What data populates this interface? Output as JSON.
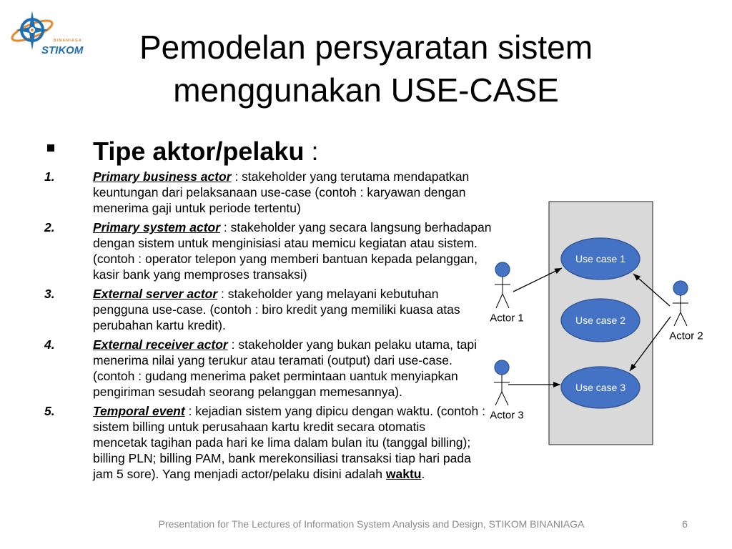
{
  "content": {
    "logo": {
      "name": "STIKOM",
      "subtitle": "BINANIAGA",
      "icon": "stikom-emblem"
    },
    "title_lines": [
      "Pemodelan persyaratan sistem",
      "menggunakan USE-CASE"
    ],
    "heading": {
      "bullet_icon": "square-bullet",
      "text": "Tipe aktor/pelaku",
      "suffix": ":"
    },
    "items": [
      {
        "number": "1.",
        "term": "Primary business actor",
        "first_line": ": stakeholder yang terutama mendapatkan",
        "more_lines": [
          "keuntungan dari pelaksanaan use-case (contoh : karyawan dengan",
          "menerima gaji untuk periode tertentu)"
        ]
      },
      {
        "number": "2.",
        "term": "Primary system actor",
        "first_line": ": stakeholder yang secara langsung berhadapan",
        "more_lines": [
          "dengan sistem untuk menginisiasi atau memicu kegiatan atau sistem.",
          "(contoh : operator telepon yang memberi bantuan kepada pelanggan,",
          "kasir bank yang memproses transaksi)"
        ]
      },
      {
        "number": "3.",
        "term": "External server actor",
        "first_line": ": stakeholder yang melayani kebutuhan",
        "more_lines": [
          "pengguna use-case. (contoh : biro kredit yang memiliki kuasa atas",
          "perubahan kartu kredit)."
        ]
      },
      {
        "number": "4.",
        "term": "External receiver actor",
        "first_line": ": stakeholder yang bukan pelaku utama, tapi",
        "more_lines": [
          "menerima nilai yang terukur atau teramati (output) dari use-case.",
          "(contoh : gudang menerima paket permintaan uantuk menyiapkan",
          "pengiriman sesudah seorang pelanggan memesannya)."
        ]
      },
      {
        "number": "5.",
        "term": "Temporal event",
        "first_line": ": kejadian sistem yang dipicu dengan waktu. (contoh :",
        "more_lines": [
          "sistem billing untuk perusahaan kartu kredit secara otomatis",
          "mencetak tagihan pada hari ke lima dalam bulan itu (tanggal billing);",
          "billing PLN; billing PAM, bank merekonsiliasi transaksi tiap hari pada"
        ],
        "final_line": {
          "before": "jam 5 sore). Yang menjadi actor/pelaku disini adalah",
          "emphasis": "waktu",
          "after": "."
        }
      }
    ],
    "diagram": {
      "use_cases": [
        "Use case 1",
        "Use case 2",
        "Use case 3"
      ],
      "actors": [
        "Actor 1",
        "Actor 2",
        "Actor 3"
      ]
    },
    "footer": "Presentation for The Lectures of Information System Analysis and Design, STIKOM BINANIAGA",
    "page_number": "6"
  },
  "colors": {
    "use_case_fill": "#4472c4",
    "use_case_stroke": "#2f528f",
    "system_boundary_fill": "#d9d9d9",
    "system_boundary_stroke": "#404040",
    "footer_text": "#898989",
    "logo_blue": "#1f6fb5",
    "logo_orange": "#e8892b"
  }
}
